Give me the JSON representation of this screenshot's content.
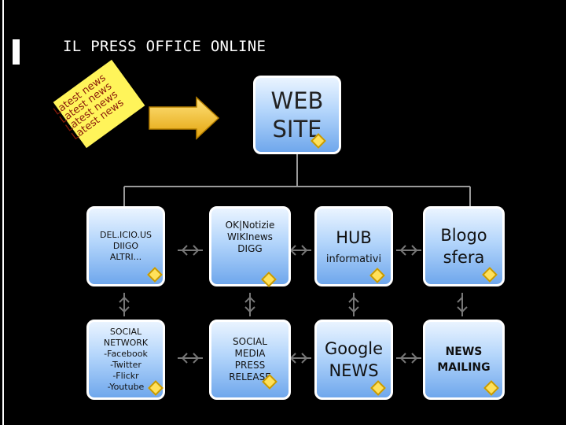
{
  "title": "IL PRESS OFFICE ONLINE",
  "sticky_note": {
    "lines": [
      "Latest news",
      "Latest news",
      "Latest news",
      "Latest news"
    ],
    "color": "#fff45a",
    "text_color": "#8a1a0a"
  },
  "arrow": {
    "color": "#f6c324",
    "icon": "right-arrow-icon"
  },
  "web_site": {
    "label": "WEB\nSITE"
  },
  "nodes": {
    "delicious": {
      "label": "DEL.ICIO.US\nDIIGO\nALTRI..."
    },
    "ok_notizie": {
      "label": "OK|Notizie\nWIKInews\nDIGG"
    },
    "hub": {
      "label": "HUB",
      "sub": "informativi"
    },
    "blogosfera": {
      "label": "Blogo\nsfera"
    },
    "social_network": {
      "label": "SOCIAL\nNETWORK\n-Facebook\n-Twitter\n-Flickr\n-Youtube"
    },
    "social_media": {
      "label": "SOCIAL\nMEDIA\nPRESS\nRELEASE"
    },
    "google_news": {
      "label": "Google\nNEWS"
    },
    "news_mailing": {
      "label": "NEWS\nMAILING"
    }
  },
  "colors": {
    "box_top": "#eaf4ff",
    "box_bottom": "#6fa7ec",
    "connector": "#9a9a9a",
    "diamond": "#ffe15a"
  }
}
